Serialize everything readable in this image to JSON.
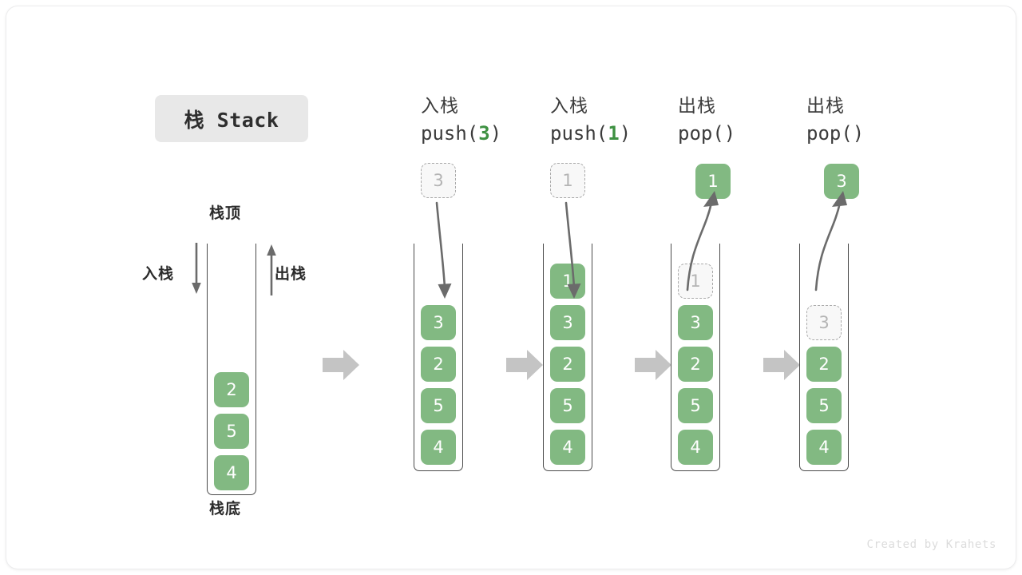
{
  "title_chip": {
    "label": "栈 Stack"
  },
  "labels": {
    "top": "栈顶",
    "bottom": "栈底",
    "push_side": "入栈",
    "pop_side": "出栈"
  },
  "watermark": "Created by Krahets",
  "colors": {
    "element_green": "#82b982",
    "arg_green": "#3e9142",
    "ghost_fill": "#f8f8f8",
    "ghost_border": "#aaaaaa",
    "container_stroke": "#4a4a4a",
    "flow_arrow": "#c4c4c4",
    "chip_bg": "#e8e8e8",
    "text_dark": "#2b2b2b"
  },
  "initial_stack": {
    "name": "initial",
    "items": [
      "2",
      "5",
      "4"
    ]
  },
  "steps": [
    {
      "id": "push-3",
      "header_cn": "入栈",
      "header_code_prefix": "push(",
      "header_code_arg": "3",
      "header_code_suffix": ")",
      "floating": {
        "value": "3",
        "style": "ghost"
      },
      "arrow": "down",
      "items": [
        {
          "value": "3",
          "style": "solid"
        },
        {
          "value": "2",
          "style": "solid"
        },
        {
          "value": "5",
          "style": "solid"
        },
        {
          "value": "4",
          "style": "solid"
        }
      ]
    },
    {
      "id": "push-1",
      "header_cn": "入栈",
      "header_code_prefix": "push(",
      "header_code_arg": "1",
      "header_code_suffix": ")",
      "floating": {
        "value": "1",
        "style": "ghost"
      },
      "arrow": "down",
      "items": [
        {
          "value": "1",
          "style": "solid"
        },
        {
          "value": "3",
          "style": "solid"
        },
        {
          "value": "2",
          "style": "solid"
        },
        {
          "value": "5",
          "style": "solid"
        },
        {
          "value": "4",
          "style": "solid"
        }
      ]
    },
    {
      "id": "pop-1",
      "header_cn": "出栈",
      "header_code_prefix": "pop(",
      "header_code_arg": "",
      "header_code_suffix": ")",
      "floating": {
        "value": "1",
        "style": "solid"
      },
      "arrow": "up",
      "items": [
        {
          "value": "1",
          "style": "ghost"
        },
        {
          "value": "3",
          "style": "solid"
        },
        {
          "value": "2",
          "style": "solid"
        },
        {
          "value": "5",
          "style": "solid"
        },
        {
          "value": "4",
          "style": "solid"
        }
      ]
    },
    {
      "id": "pop-3",
      "header_cn": "出栈",
      "header_code_prefix": "pop(",
      "header_code_arg": "",
      "header_code_suffix": ")",
      "floating": {
        "value": "3",
        "style": "solid"
      },
      "arrow": "up",
      "items": [
        {
          "value": "",
          "style": "empty"
        },
        {
          "value": "3",
          "style": "ghost"
        },
        {
          "value": "2",
          "style": "solid"
        },
        {
          "value": "5",
          "style": "solid"
        },
        {
          "value": "4",
          "style": "solid"
        }
      ]
    }
  ]
}
